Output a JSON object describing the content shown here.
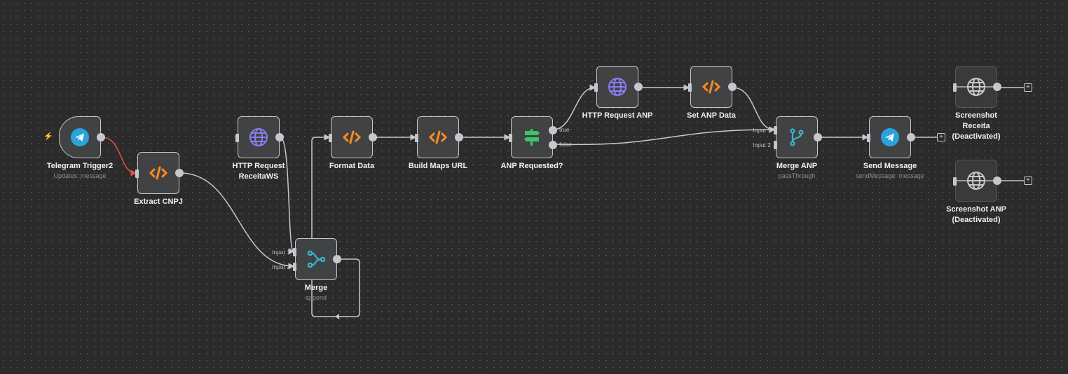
{
  "canvas": {
    "edge_color": "#c6c7cc",
    "trigger_edge_color": "#e0533d",
    "nodes": [
      {
        "id": "telegram_trigger",
        "label": "Telegram Trigger2",
        "subtitle": "Updates: message",
        "icon": "telegram-icon",
        "type": "trigger"
      },
      {
        "id": "extract_cnpj",
        "label": "Extract CNPJ",
        "icon": "code-icon"
      },
      {
        "id": "http_receitaws",
        "label": "HTTP Request ReceitaWS",
        "icon": "globe-icon"
      },
      {
        "id": "merge",
        "label": "Merge",
        "subtitle": "append",
        "icon": "merge-icon",
        "inputs": [
          "Input 1",
          "Input 2"
        ]
      },
      {
        "id": "format_data",
        "label": "Format Data",
        "icon": "code-icon"
      },
      {
        "id": "build_maps_url",
        "label": "Build Maps URL",
        "icon": "code-icon"
      },
      {
        "id": "anp_requested",
        "label": "ANP Requested?",
        "icon": "if-signpost-icon",
        "outputs": [
          "true",
          "false"
        ]
      },
      {
        "id": "http_anp",
        "label": "HTTP Request ANP",
        "icon": "globe-icon"
      },
      {
        "id": "set_anp_data",
        "label": "Set ANP Data",
        "icon": "code-icon"
      },
      {
        "id": "merge_anp",
        "label": "Merge ANP",
        "subtitle": "passThrough",
        "icon": "branch-icon",
        "inputs": [
          "Input 1",
          "Input 2"
        ]
      },
      {
        "id": "send_message",
        "label": "Send Message",
        "subtitle": "sendMessage: message",
        "icon": "telegram-icon"
      },
      {
        "id": "screenshot_receita",
        "label": "Screenshot Receita (Deactivated)",
        "icon": "globe-icon",
        "deactivated": true
      },
      {
        "id": "screenshot_anp",
        "label": "Screenshot ANP (Deactivated)",
        "icon": "globe-icon",
        "deactivated": true
      }
    ],
    "add_node_symbol": "+",
    "trigger_symbol": "⚡"
  }
}
